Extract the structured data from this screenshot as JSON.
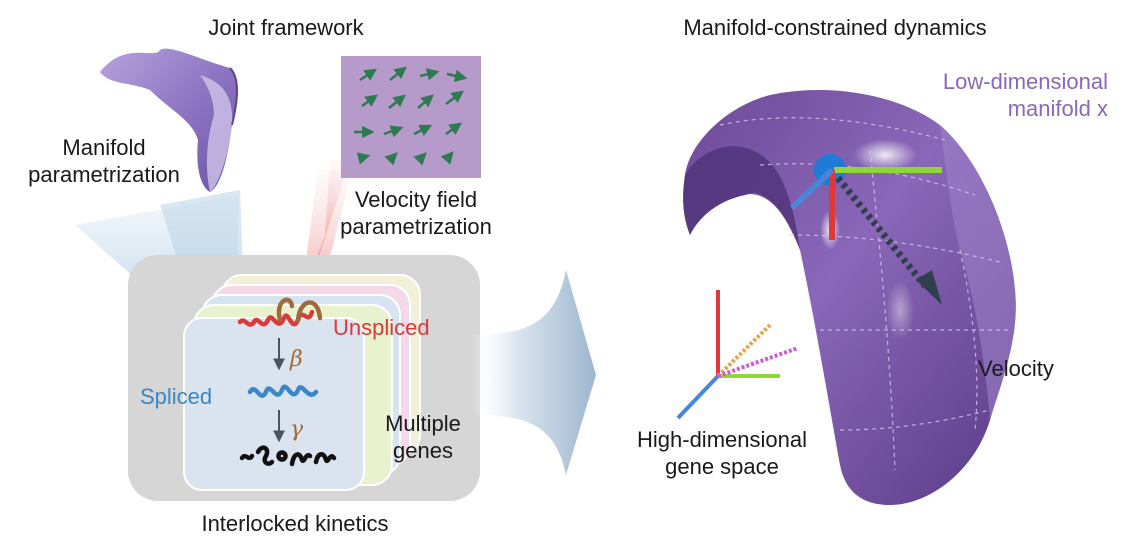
{
  "left_panel": {
    "title": "Joint framework",
    "manifold_label": [
      "Manifold",
      "parametrization"
    ],
    "velocity_field_label": [
      "Velocity field",
      "parametrization"
    ],
    "unspliced_label": "Unspliced",
    "spliced_label": "Spliced",
    "beta_symbol": "β",
    "gamma_symbol": "γ",
    "multiple_genes_label": [
      "Multiple",
      "genes"
    ],
    "bottom_label": "Interlocked kinetics"
  },
  "right_panel": {
    "title": "Manifold-constrained dynamics",
    "manifold_label": [
      "Low-dimensional",
      "manifold x"
    ],
    "velocity_label": "Velocity",
    "gene_space_label": [
      "High-dimensional",
      "gene space"
    ]
  },
  "colors": {
    "manifold_purple": "#7e5aa8",
    "velocity_panel": "#b69ac9",
    "velocity_arrow": "#2e7a52",
    "unspliced_red": "#d93a3a",
    "spliced_blue": "#3a86c8",
    "axis_red": "#e23838",
    "axis_green": "#8fd63a",
    "axis_blue": "#4a86d8",
    "rate_brown": "#a06a3a"
  }
}
